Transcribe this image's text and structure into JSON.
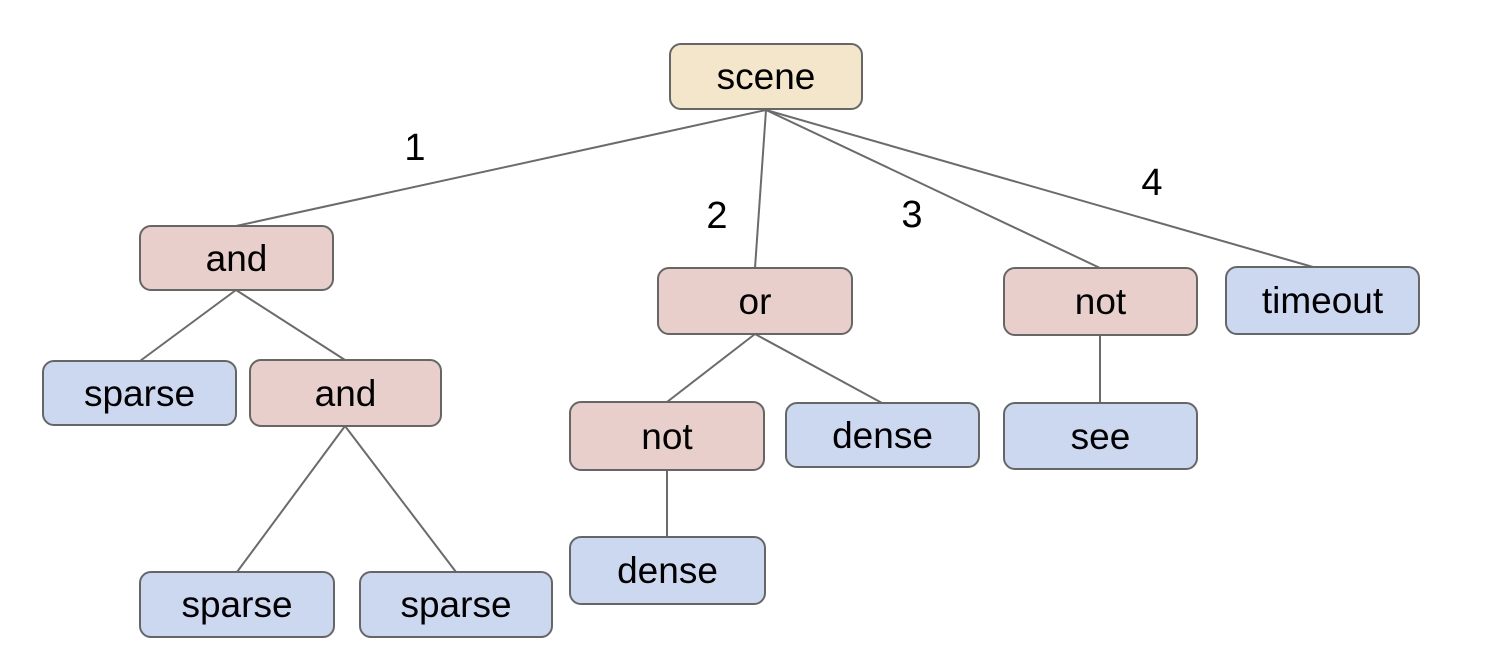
{
  "diagram": {
    "nodes": [
      {
        "id": "scene",
        "label": "scene",
        "kind": "root"
      },
      {
        "id": "and-1",
        "label": "and",
        "kind": "operator"
      },
      {
        "id": "or-1",
        "label": "or",
        "kind": "operator"
      },
      {
        "id": "not-1",
        "label": "not",
        "kind": "operator"
      },
      {
        "id": "timeout-1",
        "label": "timeout",
        "kind": "leaf"
      },
      {
        "id": "sparse-1",
        "label": "sparse",
        "kind": "leaf"
      },
      {
        "id": "and-2",
        "label": "and",
        "kind": "operator"
      },
      {
        "id": "not-2",
        "label": "not",
        "kind": "operator"
      },
      {
        "id": "dense-1",
        "label": "dense",
        "kind": "leaf"
      },
      {
        "id": "see-1",
        "label": "see",
        "kind": "leaf"
      },
      {
        "id": "sparse-2",
        "label": "sparse",
        "kind": "leaf"
      },
      {
        "id": "sparse-3",
        "label": "sparse",
        "kind": "leaf"
      },
      {
        "id": "dense-2",
        "label": "dense",
        "kind": "leaf"
      }
    ],
    "edge_labels": [
      "1",
      "2",
      "3",
      "4"
    ],
    "structure": {
      "root": "scene",
      "children": [
        {
          "edge_label": "1",
          "node": "and",
          "children": [
            {
              "node": "sparse"
            },
            {
              "node": "and",
              "children": [
                {
                  "node": "sparse"
                },
                {
                  "node": "sparse"
                }
              ]
            }
          ]
        },
        {
          "edge_label": "2",
          "node": "or",
          "children": [
            {
              "node": "not",
              "children": [
                {
                  "node": "dense"
                }
              ]
            },
            {
              "node": "dense"
            }
          ]
        },
        {
          "edge_label": "3",
          "node": "not",
          "children": [
            {
              "node": "see"
            }
          ]
        },
        {
          "edge_label": "4",
          "node": "timeout",
          "children": []
        }
      ]
    },
    "colors": {
      "root_fill": "#f3e6cb",
      "operator_fill": "#e8cfcc",
      "leaf_fill": "#ccd7f0",
      "node_border": "#666666",
      "edge_line": "#6b6b6b",
      "text": "#000000",
      "background": "#ffffff"
    }
  }
}
